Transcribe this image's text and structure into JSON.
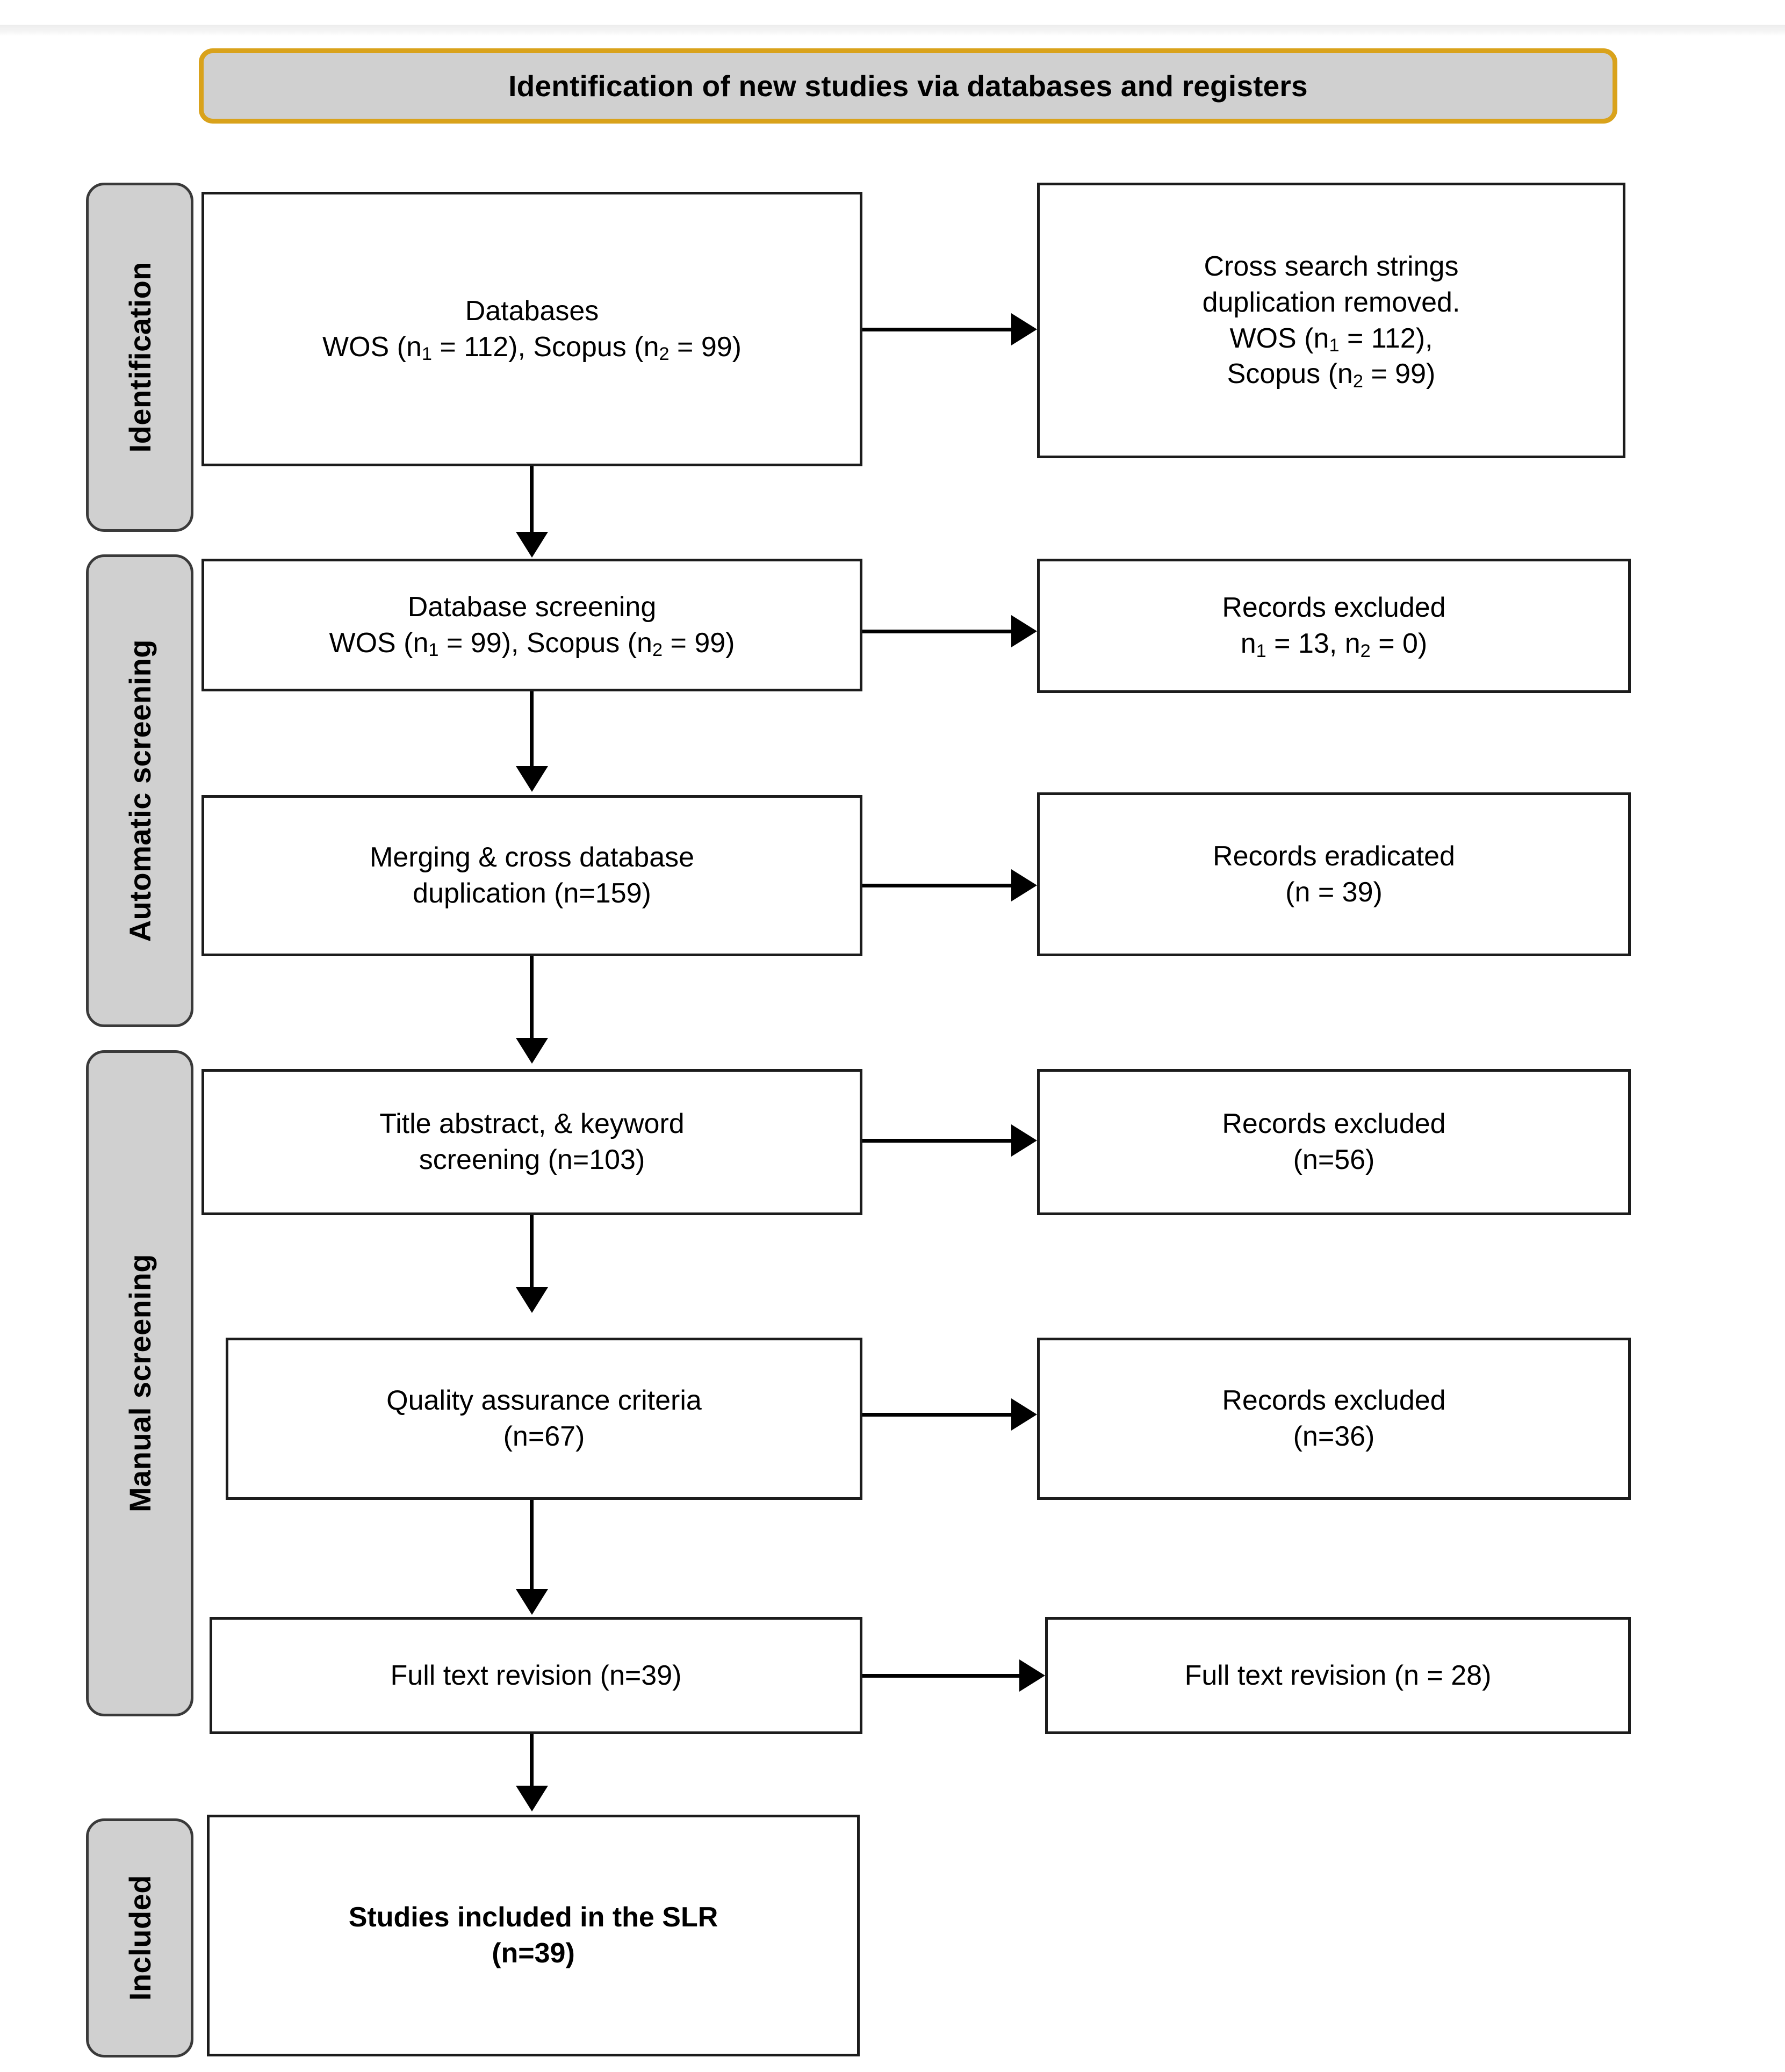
{
  "banner": {
    "title": "Identification of new studies via databases and registers",
    "fill_color": "#d0d0d0",
    "border_color": "#d9a21b"
  },
  "stages": [
    {
      "id": "identification",
      "label": "Identification"
    },
    {
      "id": "automatic-screening",
      "label": "Automatic screening"
    },
    {
      "id": "manual-screening",
      "label": "Manual screening"
    },
    {
      "id": "included",
      "label": "Included"
    }
  ],
  "chart_data": {
    "type": "diagram",
    "title": "Identification of new studies via databases and registers",
    "nodes": [
      {
        "id": "databases",
        "stage": "identification",
        "column": "left",
        "lines": [
          "Databases",
          "WOS (n1 = 112), Scopus (n2 = 99)"
        ],
        "counts": {
          "WOS": 112,
          "Scopus": 99
        }
      },
      {
        "id": "cross-search-duplication",
        "stage": "identification",
        "column": "right",
        "lines": [
          "Cross search strings",
          "duplication removed.",
          "WOS (n1 = 112),",
          "Scopus (n2 = 99)"
        ],
        "counts": {
          "WOS": 112,
          "Scopus": 99
        }
      },
      {
        "id": "database-screening",
        "stage": "automatic-screening",
        "column": "left",
        "lines": [
          "Database screening",
          "WOS (n1 = 99), Scopus (n2 = 99)"
        ],
        "counts": {
          "WOS": 99,
          "Scopus": 99
        }
      },
      {
        "id": "records-excluded-1",
        "stage": "automatic-screening",
        "column": "right",
        "lines": [
          "Records excluded",
          "n1 = 13, n2 = 0)"
        ],
        "counts": {
          "n1": 13,
          "n2": 0
        }
      },
      {
        "id": "merging-cross-database",
        "stage": "automatic-screening",
        "column": "left",
        "lines": [
          "Merging & cross database",
          "duplication (n=159)"
        ],
        "counts": {
          "n": 159
        }
      },
      {
        "id": "records-eradicated",
        "stage": "automatic-screening",
        "column": "right",
        "lines": [
          "Records eradicated",
          "(n = 39)"
        ],
        "counts": {
          "n": 39
        }
      },
      {
        "id": "title-abstract-keyword",
        "stage": "manual-screening",
        "column": "left",
        "lines": [
          "Title abstract, & keyword",
          "screening (n=103)"
        ],
        "counts": {
          "n": 103
        }
      },
      {
        "id": "records-excluded-2",
        "stage": "manual-screening",
        "column": "right",
        "lines": [
          "Records excluded",
          "(n=56)"
        ],
        "counts": {
          "n": 56
        }
      },
      {
        "id": "quality-assurance",
        "stage": "manual-screening",
        "column": "left",
        "lines": [
          "Quality assurance criteria",
          "(n=67)"
        ],
        "counts": {
          "n": 67
        }
      },
      {
        "id": "records-excluded-3",
        "stage": "manual-screening",
        "column": "right",
        "lines": [
          "Records excluded",
          "(n=36)"
        ],
        "counts": {
          "n": 36
        }
      },
      {
        "id": "full-text-revision",
        "stage": "manual-screening",
        "column": "left",
        "lines": [
          "Full text revision (n=39)"
        ],
        "counts": {
          "n": 39
        }
      },
      {
        "id": "full-text-revision-right",
        "stage": "manual-screening",
        "column": "right",
        "lines": [
          "Full text revision (n = 28)"
        ],
        "counts": {
          "n": 28
        }
      },
      {
        "id": "studies-included-slr",
        "stage": "included",
        "column": "left",
        "bold": true,
        "lines": [
          "Studies included in the SLR",
          "(n=39)"
        ],
        "counts": {
          "n": 39
        }
      }
    ],
    "edges": [
      {
        "from": "databases",
        "to": "cross-search-duplication",
        "direction": "right"
      },
      {
        "from": "databases",
        "to": "database-screening",
        "direction": "down"
      },
      {
        "from": "database-screening",
        "to": "records-excluded-1",
        "direction": "right"
      },
      {
        "from": "database-screening",
        "to": "merging-cross-database",
        "direction": "down"
      },
      {
        "from": "merging-cross-database",
        "to": "records-eradicated",
        "direction": "right"
      },
      {
        "from": "merging-cross-database",
        "to": "title-abstract-keyword",
        "direction": "down"
      },
      {
        "from": "title-abstract-keyword",
        "to": "records-excluded-2",
        "direction": "right"
      },
      {
        "from": "title-abstract-keyword",
        "to": "quality-assurance",
        "direction": "down"
      },
      {
        "from": "quality-assurance",
        "to": "records-excluded-3",
        "direction": "right"
      },
      {
        "from": "quality-assurance",
        "to": "full-text-revision",
        "direction": "down"
      },
      {
        "from": "full-text-revision",
        "to": "full-text-revision-right",
        "direction": "right"
      },
      {
        "from": "full-text-revision",
        "to": "studies-included-slr",
        "direction": "down"
      }
    ]
  },
  "boxes": {
    "databases": {
      "line1": "Databases",
      "line2_a": "WOS (n",
      "line2_sub1": "1",
      "line2_b": " = 112), Scopus (n",
      "line2_sub2": "2",
      "line2_c": " = 99)"
    },
    "cross_duplication": {
      "line1": "Cross search strings",
      "line2": "duplication removed.",
      "line3_a": "WOS (n",
      "line3_sub": "1",
      "line3_b": " = 112),",
      "line4_a": "Scopus (n",
      "line4_sub": "2",
      "line4_b": " = 99)"
    },
    "database_screening": {
      "line1": "Database screening",
      "line2_a": "WOS (n",
      "line2_sub1": "1",
      "line2_b": " = 99), Scopus (n",
      "line2_sub2": "2",
      "line2_c": " = 99)"
    },
    "records_excluded_1": {
      "line1": "Records excluded",
      "line2_a": "n",
      "line2_sub1": "1",
      "line2_b": " = 13, n",
      "line2_sub2": "2",
      "line2_c": " = 0)"
    },
    "merging": {
      "line1": "Merging & cross database",
      "line2": "duplication (n=159)"
    },
    "records_eradicated": {
      "line1": "Records eradicated",
      "line2": "(n = 39)"
    },
    "title_abstract": {
      "line1": "Title abstract, & keyword",
      "line2": "screening (n=103)"
    },
    "records_excluded_2": {
      "line1": "Records excluded",
      "line2": "(n=56)"
    },
    "quality_assurance": {
      "line1": "Quality assurance criteria",
      "line2": "(n=67)"
    },
    "records_excluded_3": {
      "line1": "Records excluded",
      "line2": "(n=36)"
    },
    "full_text_left": {
      "line1": "Full text revision (n=39)"
    },
    "full_text_right": {
      "line1": "Full text revision (n = 28)"
    },
    "studies_included": {
      "line1": "Studies included in the SLR",
      "line2": "(n=39)"
    }
  }
}
